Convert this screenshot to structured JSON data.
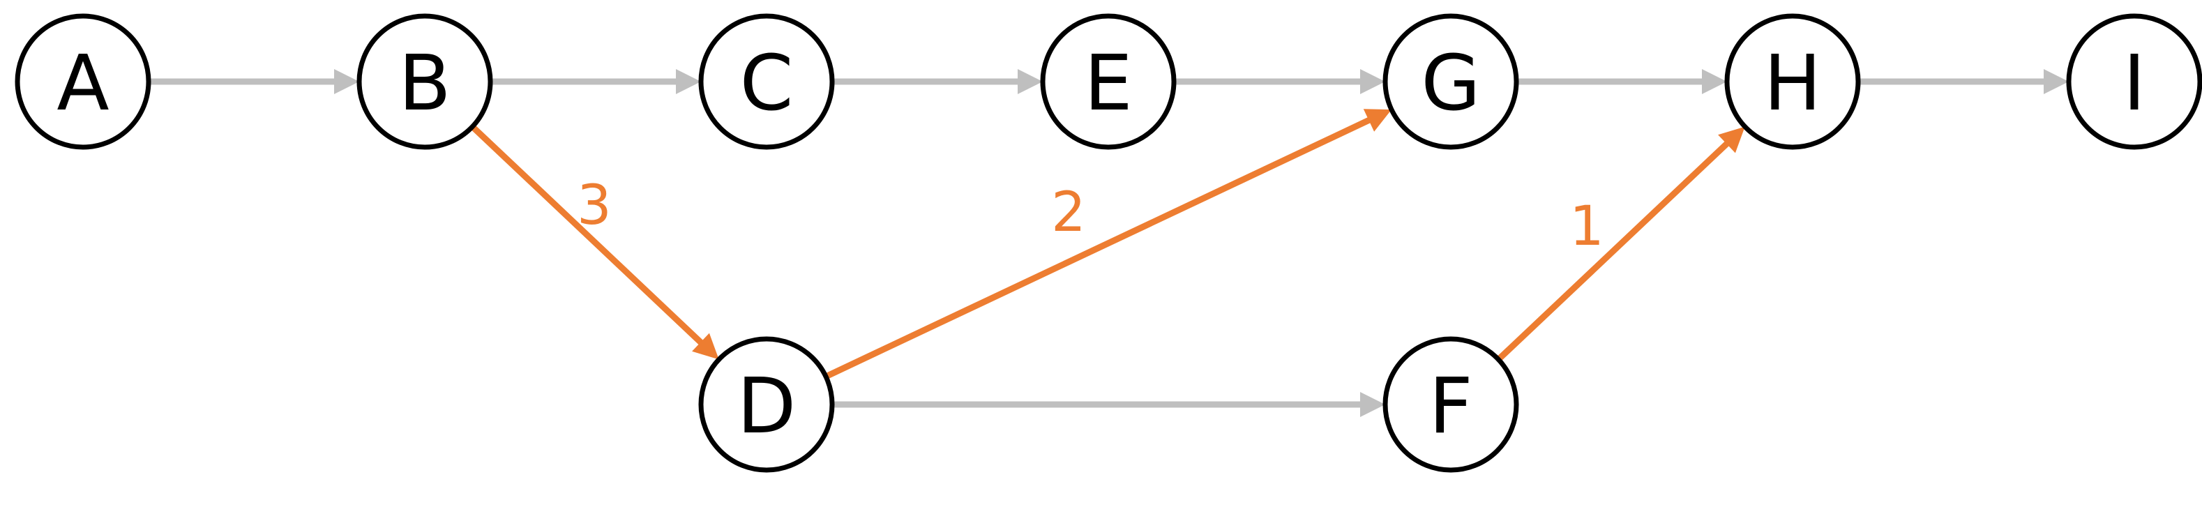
{
  "colors": {
    "default_edge": "#bfbfbf",
    "highlight_edge": "#ed7d31",
    "node_stroke": "#000000",
    "node_fill": "#ffffff",
    "text": "#000000"
  },
  "nodes": [
    {
      "id": "A",
      "label": "A"
    },
    {
      "id": "B",
      "label": "B"
    },
    {
      "id": "C",
      "label": "C"
    },
    {
      "id": "E",
      "label": "E"
    },
    {
      "id": "G",
      "label": "G"
    },
    {
      "id": "H",
      "label": "H"
    },
    {
      "id": "I",
      "label": "I"
    },
    {
      "id": "D",
      "label": "D"
    },
    {
      "id": "F",
      "label": "F"
    }
  ],
  "edges": [
    {
      "from": "A",
      "to": "B",
      "highlight": false,
      "label": ""
    },
    {
      "from": "B",
      "to": "C",
      "highlight": false,
      "label": ""
    },
    {
      "from": "C",
      "to": "E",
      "highlight": false,
      "label": ""
    },
    {
      "from": "E",
      "to": "G",
      "highlight": false,
      "label": ""
    },
    {
      "from": "G",
      "to": "H",
      "highlight": false,
      "label": ""
    },
    {
      "from": "H",
      "to": "I",
      "highlight": false,
      "label": ""
    },
    {
      "from": "D",
      "to": "F",
      "highlight": false,
      "label": ""
    },
    {
      "from": "B",
      "to": "D",
      "highlight": true,
      "label": "3"
    },
    {
      "from": "D",
      "to": "G",
      "highlight": true,
      "label": "2"
    },
    {
      "from": "F",
      "to": "H",
      "highlight": true,
      "label": "1"
    }
  ]
}
